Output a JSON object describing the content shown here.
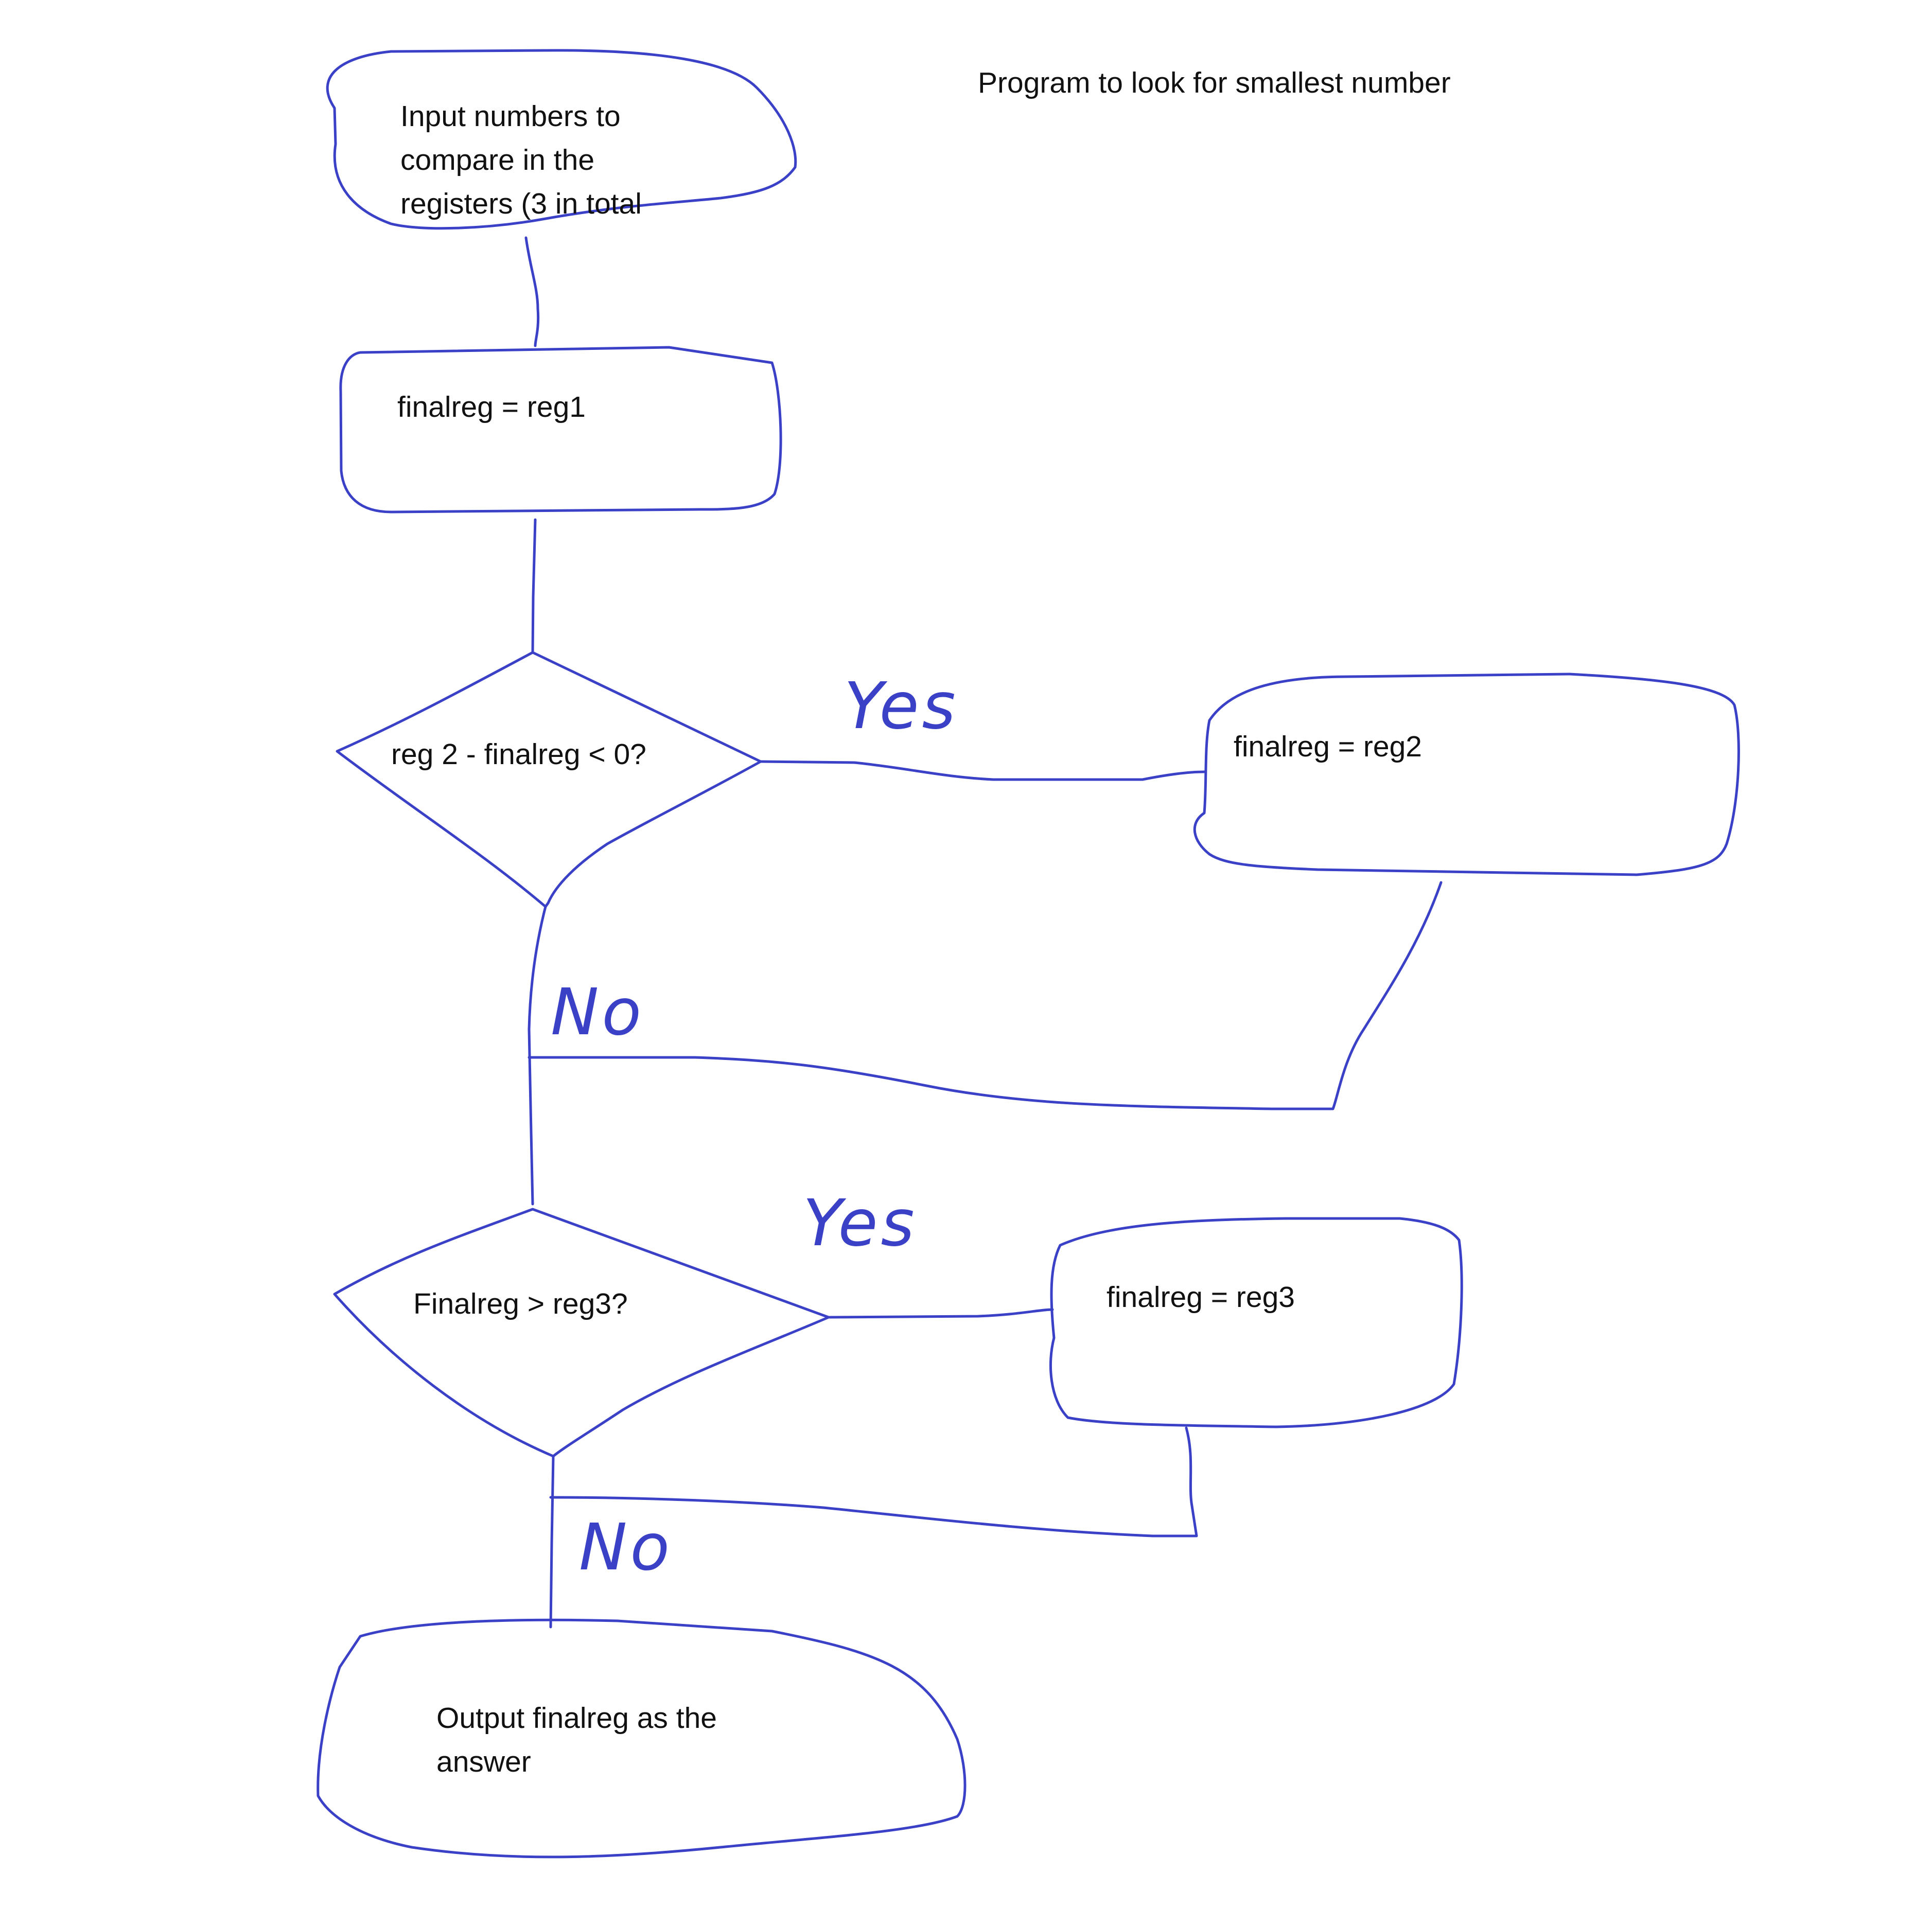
{
  "colors": {
    "ink": "#3b41c7",
    "text": "#111111",
    "background": "#ffffff"
  },
  "title": "Program to look for smallest number",
  "nodes": {
    "input": {
      "lines": [
        "Input numbers to",
        "compare in the",
        "registers (3 in total"
      ]
    },
    "init": {
      "text": "finalreg = reg1"
    },
    "decision1": {
      "text": "reg 2 - finalreg < 0?"
    },
    "assign2": {
      "text": "finalreg = reg2"
    },
    "decision2": {
      "text": "Finalreg > reg3?"
    },
    "assign3": {
      "text": "finalreg = reg3"
    },
    "output": {
      "lines": [
        "Output finalreg as the",
        "answer"
      ]
    }
  },
  "branch_labels": {
    "d1_yes": "Yes",
    "d1_no": "No",
    "d2_yes": "Yes",
    "d2_no": "No"
  }
}
